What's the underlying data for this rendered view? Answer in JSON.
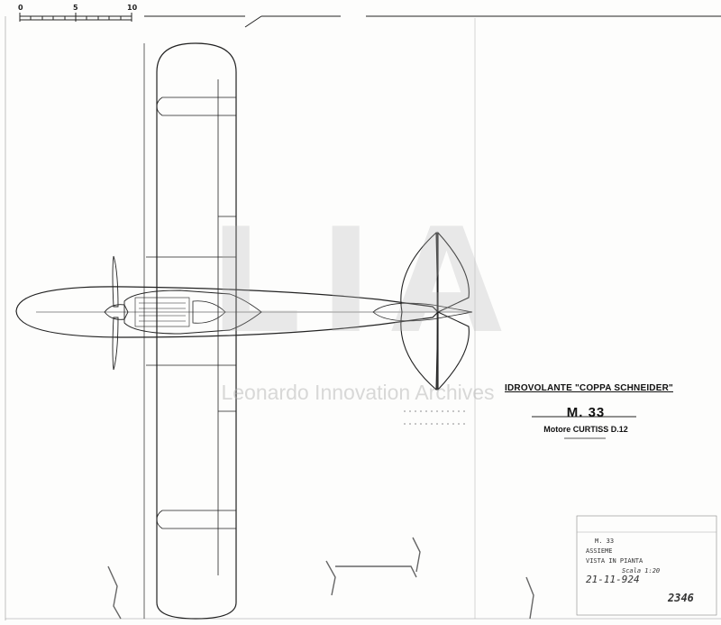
{
  "scale_bar": {
    "labels": [
      "0",
      "5",
      "10"
    ]
  },
  "title_block": {
    "line1": "IDROVOLANTE \"COPPA SCHNEIDER\"",
    "line2": "M. 33",
    "line3": "Motore CURTISS D.12"
  },
  "watermark": {
    "letters": "LIA",
    "text": "Leonardo Innovation Archives"
  },
  "stamp": {
    "model": "M. 33",
    "line1": "ASSIEME",
    "line2": "VISTA IN PIANTA",
    "scale": "Scala 1:20",
    "date": "21-11-924",
    "number": "2346"
  },
  "colors": {
    "ink": "#222222",
    "paper": "#fdfdfc",
    "watermark": "#bbbbbb"
  }
}
